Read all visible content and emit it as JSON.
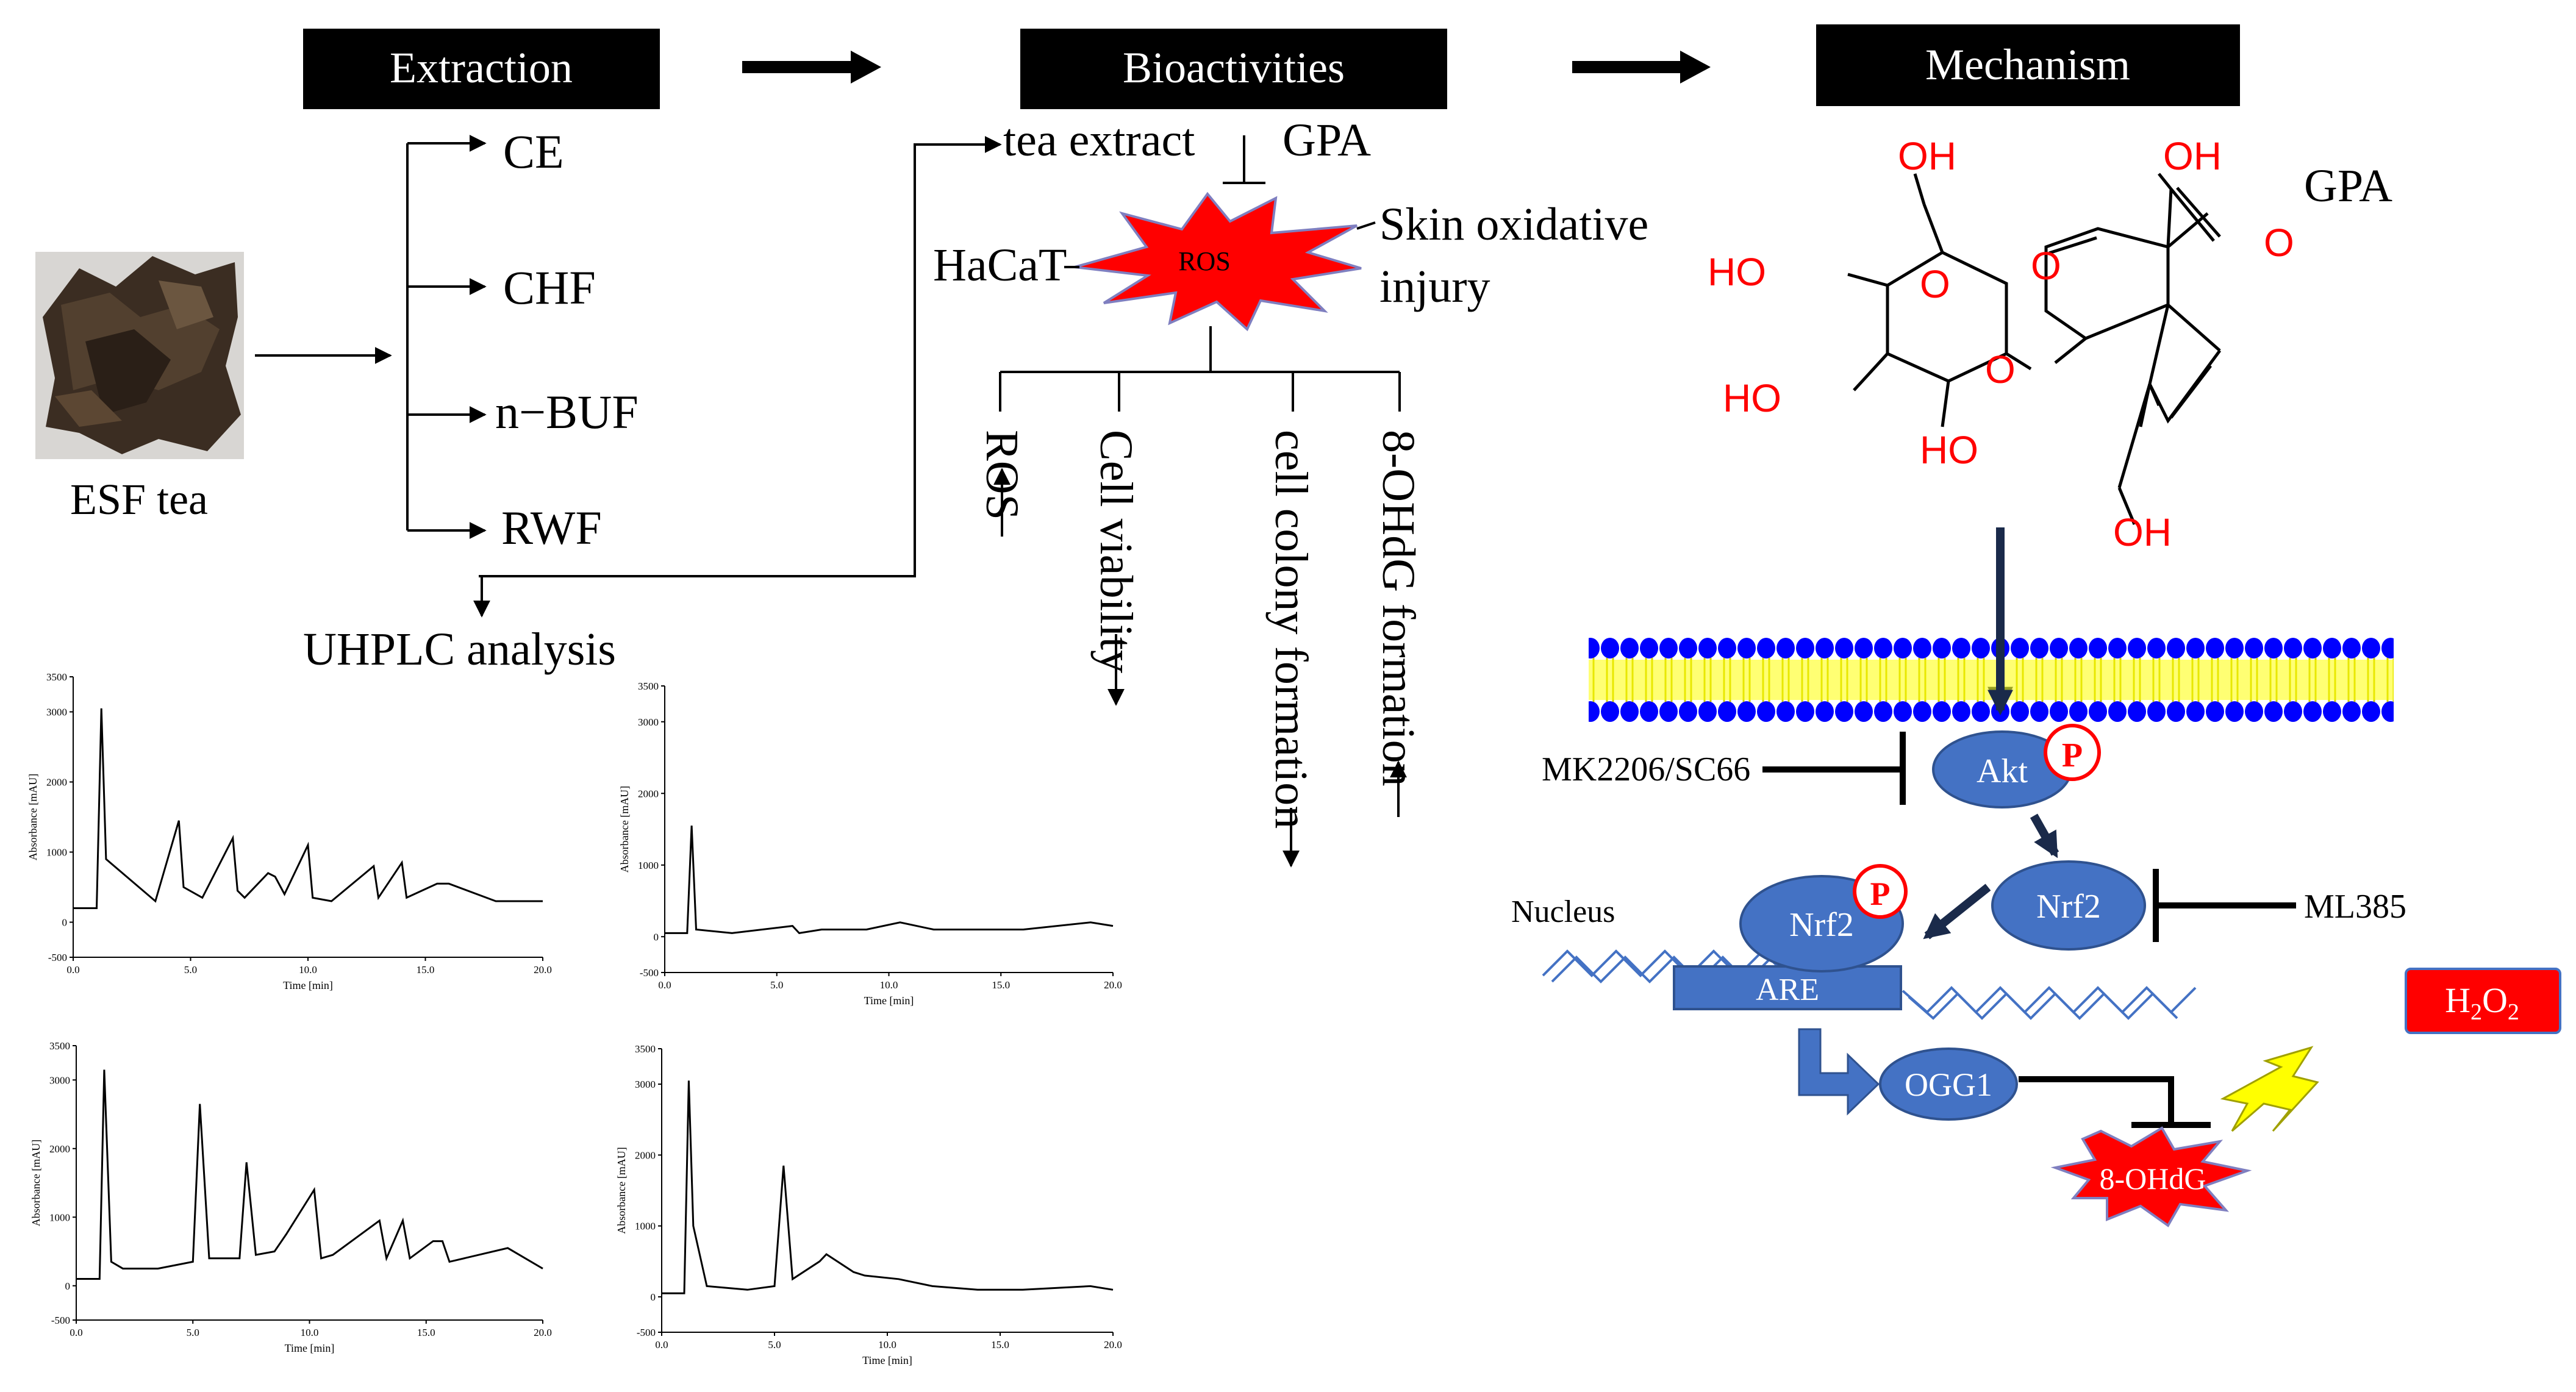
{
  "header": {
    "extraction": "Extraction",
    "bioactivities": "Bioactivities",
    "mechanism": "Mechanism"
  },
  "extraction": {
    "source_label": "ESF tea",
    "fractions": [
      "CE",
      "CHF",
      "n−BUF",
      "RWF"
    ],
    "uhplc_label": "UHPLC analysis"
  },
  "chromatograms": {
    "ylabel": "Absorbance [mAU]",
    "xlabel": "Time [min]",
    "yticks": [
      "3500",
      "3000",
      "2000",
      "1000",
      "0",
      "-500"
    ],
    "xticks": [
      "0.0",
      "5.0",
      "10.0",
      "15.0",
      "20.0"
    ]
  },
  "chart_data": [
    {
      "type": "line",
      "xlabel": "Time [min]",
      "ylabel": "Absorbance [mAU]",
      "xlim": [
        0,
        20
      ],
      "ylim": [
        -500,
        3500
      ],
      "series": [
        {
          "x": [
            1.0,
            1.2,
            1.4,
            3.5,
            4.5,
            4.7,
            5.5,
            6.8,
            7.0,
            7.3,
            8.3,
            8.6,
            9.0,
            10.0,
            10.2,
            11.0,
            12.8,
            13.0,
            14.0,
            14.2,
            15.5,
            16.0,
            18.0,
            20.0
          ],
          "y": [
            200,
            3050,
            900,
            300,
            1450,
            500,
            350,
            1200,
            450,
            350,
            700,
            650,
            400,
            1100,
            350,
            300,
            800,
            350,
            850,
            350,
            550,
            550,
            300,
            300
          ]
        }
      ]
    },
    {
      "type": "line",
      "xlabel": "Time [min]",
      "ylabel": "Absorbance [mAU]",
      "xlim": [
        0,
        20
      ],
      "ylim": [
        -500,
        3500
      ],
      "series": [
        {
          "x": [
            1.0,
            1.2,
            1.4,
            3.0,
            5.7,
            6.0,
            7.0,
            9.0,
            10.5,
            12.0,
            14.0,
            16.0,
            19.0,
            20.0
          ],
          "y": [
            50,
            1550,
            100,
            50,
            150,
            50,
            100,
            100,
            200,
            100,
            100,
            100,
            200,
            150
          ]
        }
      ]
    },
    {
      "type": "line",
      "xlabel": "Time [min]",
      "ylabel": "Absorbance [mAU]",
      "xlim": [
        0,
        20
      ],
      "ylim": [
        -500,
        3500
      ],
      "series": [
        {
          "x": [
            1.0,
            1.2,
            1.5,
            2.0,
            3.5,
            5.0,
            5.3,
            5.7,
            7.0,
            7.3,
            7.7,
            8.5,
            9.0,
            10.2,
            10.5,
            11.0,
            13.0,
            13.3,
            14.0,
            14.3,
            15.3,
            15.7,
            16.0,
            18.5,
            20.0
          ],
          "y": [
            100,
            3150,
            350,
            250,
            250,
            350,
            2650,
            400,
            400,
            1800,
            450,
            500,
            750,
            1400,
            400,
            450,
            950,
            400,
            950,
            400,
            650,
            650,
            350,
            550,
            250
          ]
        }
      ]
    },
    {
      "type": "line",
      "xlabel": "Time [min]",
      "ylabel": "Absorbance [mAU]",
      "xlim": [
        0,
        20
      ],
      "ylim": [
        -500,
        3500
      ],
      "series": [
        {
          "x": [
            1.0,
            1.2,
            1.4,
            2.0,
            3.8,
            5.0,
            5.4,
            5.8,
            7.0,
            7.3,
            8.5,
            9.0,
            10.5,
            12.0,
            14.0,
            16.0,
            19.0,
            20.0
          ],
          "y": [
            50,
            3050,
            1000,
            150,
            100,
            150,
            1850,
            250,
            500,
            600,
            350,
            300,
            250,
            150,
            100,
            100,
            150,
            100
          ]
        }
      ]
    }
  ],
  "bioactivities": {
    "tea_extract": "tea extract",
    "gpa": "GPA",
    "ros": "ROS",
    "haCaT": "HaCaT",
    "skin_injury_line1": "Skin oxidative",
    "skin_injury_line2": "injury",
    "outcomes": [
      "ROS",
      "Cell viability",
      "cell colony formation",
      "8-OHdG formation"
    ]
  },
  "mechanism": {
    "compound_label": "GPA",
    "atoms": [
      "OH",
      "HO",
      "O",
      "HO",
      "HO",
      "OH",
      "O",
      "O",
      "O",
      "OH",
      "O",
      "OH"
    ],
    "akt": "Akt",
    "phospho": "P",
    "nrf2": "Nrf2",
    "nrf2_nuclear": "Nrf2",
    "inhibitor_akt": "MK2206/SC66",
    "inhibitor_nrf2": "ML385",
    "nucleus": "Nucleus",
    "are": "ARE",
    "ogg1": "OGG1",
    "ohdg": "8-OHdG",
    "h2o2_base": "H",
    "h2o2_sub": "2",
    "h2o2_o": "O",
    "h2o2_sub2": "2"
  },
  "colors": {
    "header_bg": "#000000",
    "node_blue": "#4472C4",
    "ros_red": "#FF0000",
    "molecule_red": "#FF0000",
    "membrane_blue": "#0000FF",
    "membrane_yellow": "#FFFF00",
    "bolt_yellow": "#FFFF00"
  }
}
